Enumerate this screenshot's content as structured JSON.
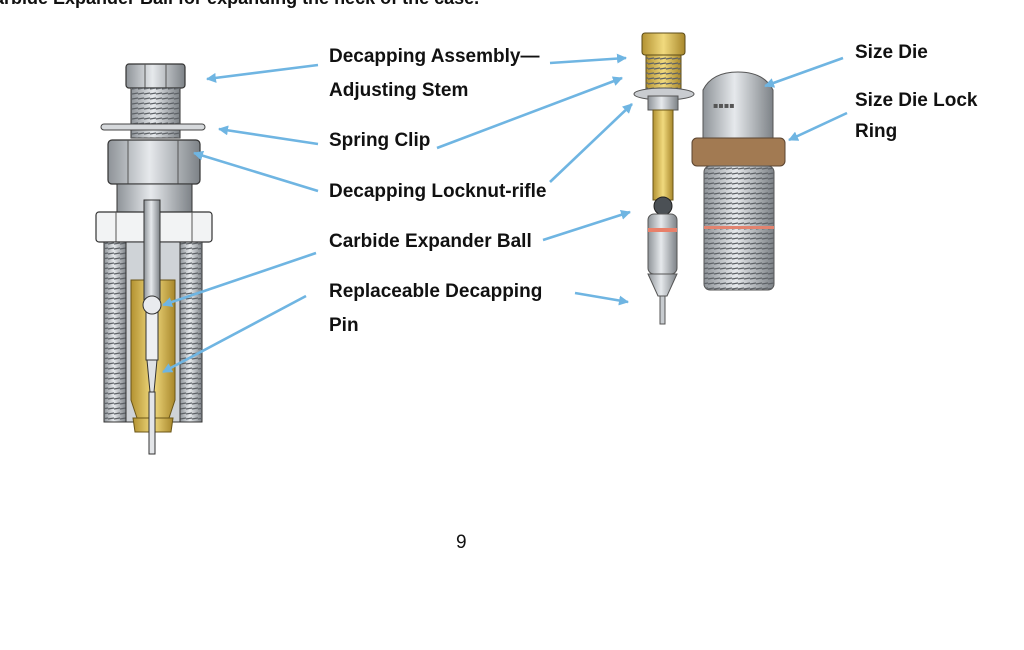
{
  "document": {
    "intro_fragment": "arbide Expander Ball for expanding the neck of the case.",
    "page_number": "9",
    "left_callouts": {
      "decapping_assembly_line1": "Decapping Assembly—",
      "decapping_assembly_line2": "Adjusting Stem",
      "spring_clip": "Spring Clip",
      "decapping_locknut": "Decapping Locknut-rifle",
      "carbide_expander_ball": "Carbide Expander Ball",
      "replaceable_pin_line1": "Replaceable Decapping",
      "replaceable_pin_line2": "Pin"
    },
    "right_callouts": {
      "size_die": "Size Die",
      "lock_ring_line1": "Size Die Lock",
      "lock_ring_line2": "Ring"
    }
  },
  "colors": {
    "arrow": "#6fb5e2",
    "steel": "#b7bcc1",
    "steel_dark": "#6c7176",
    "brass": "#d8b94a"
  }
}
